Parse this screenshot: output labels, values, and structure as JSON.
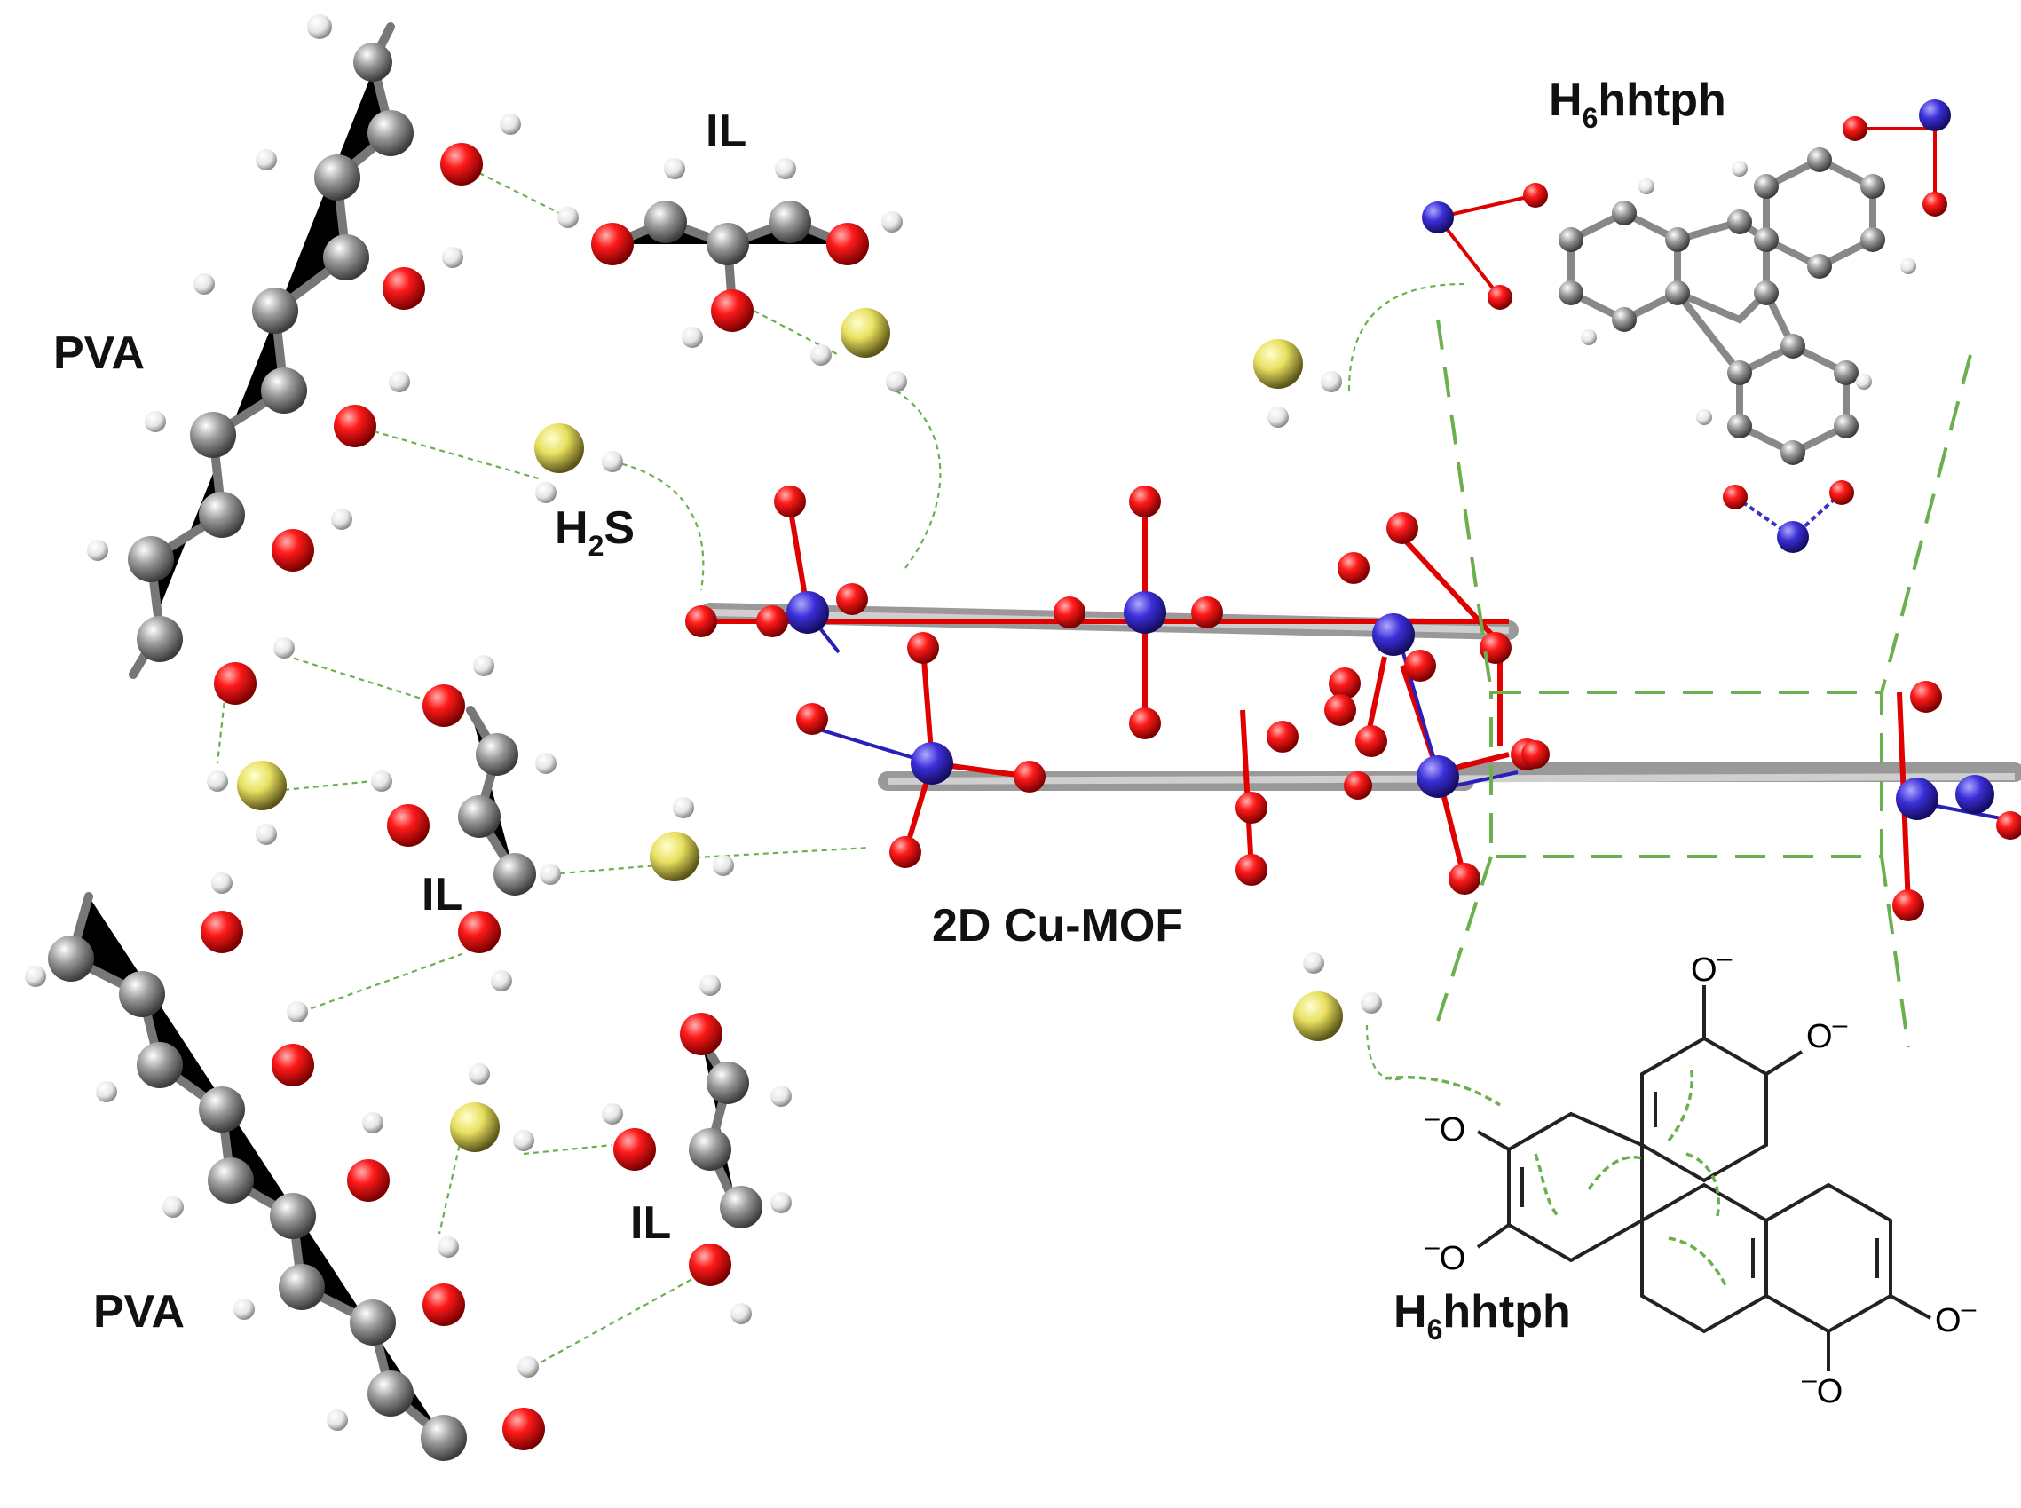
{
  "labels": {
    "pva_top": "PVA",
    "pva_bottom": "PVA",
    "il_top": "IL",
    "il_mid": "IL",
    "il_bottom": "IL",
    "h2s_main": "H",
    "h2s_sub": "2",
    "h2s_tail": "S",
    "mof": "2D Cu-MOF",
    "linker_top_h": "H",
    "linker_top_sub": "6",
    "linker_top_tail": "hhtph",
    "linker_bottom_h": "H",
    "linker_bottom_sub": "6",
    "linker_bottom_tail": "hhtph",
    "o_minus": "O",
    "minus": "–"
  },
  "colors": {
    "carbon": "#8c8c8c",
    "oxygen": "#e8001a",
    "hydrogen": "#f2f2f2",
    "sulfur": "#c9c34a",
    "copper": "#3a2fc8",
    "hbond": "#6ab04c"
  }
}
